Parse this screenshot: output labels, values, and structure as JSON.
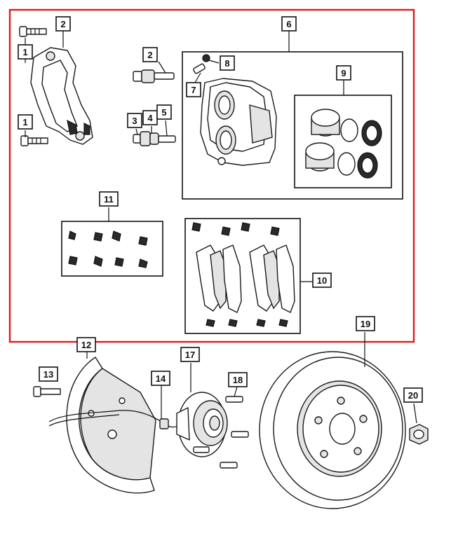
{
  "diagram": {
    "highlight_color": "#e21b1b",
    "callouts": [
      {
        "id": "c1a",
        "label": "1"
      },
      {
        "id": "c1b",
        "label": "1"
      },
      {
        "id": "c2a",
        "label": "2"
      },
      {
        "id": "c2b",
        "label": "2"
      },
      {
        "id": "c3",
        "label": "3"
      },
      {
        "id": "c4",
        "label": "4"
      },
      {
        "id": "c5",
        "label": "5"
      },
      {
        "id": "c6",
        "label": "6"
      },
      {
        "id": "c7",
        "label": "7"
      },
      {
        "id": "c8",
        "label": "8"
      },
      {
        "id": "c9",
        "label": "9"
      },
      {
        "id": "c10",
        "label": "10"
      },
      {
        "id": "c11",
        "label": "11"
      },
      {
        "id": "c12",
        "label": "12"
      },
      {
        "id": "c13",
        "label": "13"
      },
      {
        "id": "c14",
        "label": "14"
      },
      {
        "id": "c17",
        "label": "17"
      },
      {
        "id": "c18",
        "label": "18"
      },
      {
        "id": "c19",
        "label": "19"
      },
      {
        "id": "c20",
        "label": "20"
      }
    ]
  }
}
